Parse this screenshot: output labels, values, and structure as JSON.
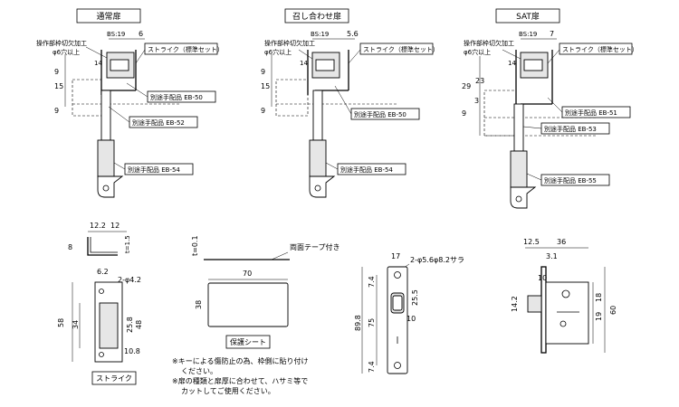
{
  "top_views": [
    {
      "title": "通常扉",
      "bs": "BS:19",
      "dim_top": "6",
      "machining": [
        "操作部枠切欠加工",
        "φ6穴以上"
      ],
      "strike_label": "ストライク（標準セット）",
      "parts": [
        "別途手配品 EB-50",
        "別途手配品 EB-52",
        "別途手配品 EB-54"
      ],
      "dims_left": [
        "9",
        "15",
        "9"
      ],
      "dim_small": "14"
    },
    {
      "title": "召し合わせ扉",
      "bs": "BS:19",
      "dim_top": "5.6",
      "machining": [
        "操作部枠切欠加工",
        "φ6穴以上"
      ],
      "strike_label": "ストライク（標準セット）",
      "parts": [
        "別途手配品 EB-50",
        "別途手配品 EB-54"
      ],
      "dims_left": [
        "9",
        "15",
        "9"
      ],
      "dim_small": "14"
    },
    {
      "title": "SAT扉",
      "bs": "BS:19",
      "dim_top": "7",
      "machining": [
        "操作部枠切欠加工",
        "φ6穴以上"
      ],
      "strike_label": "ストライク（標準セット）",
      "parts": [
        "別途手配品 EB-51",
        "別途手配品 EB-53",
        "別途手配品 EB-55"
      ],
      "dims_left": [
        "29",
        "23",
        "9",
        "3"
      ],
      "dim_small": "14"
    }
  ],
  "strike_detail": {
    "dims_top": [
      "12.2",
      "12",
      "8",
      "t=1.5"
    ],
    "dims_face": [
      "6.2",
      "2-φ4.2",
      "58",
      "34",
      "25.8",
      "48",
      "10.8"
    ],
    "label": "ストライク"
  },
  "protect_sheet": {
    "tape_note": "両面テープ付き",
    "t_dim": "t=0.1",
    "width": "70",
    "height": "38",
    "label": "保護シート",
    "notes": [
      "※キーによる傷防止の為、枠側に貼り付け",
      "ください。",
      "※扉の種類と扉厚に合わせて、ハサミ等で",
      "カットしてご使用ください。"
    ]
  },
  "faceplate": {
    "hole_note": "2-φ5.6φ8.2サラ",
    "dims": [
      "17",
      "7.4",
      "25.5",
      "89.8",
      "75",
      "10",
      "7.4"
    ]
  },
  "side_view": {
    "dims": [
      "12.5",
      "36",
      "3.1",
      "14.2",
      "10",
      "18",
      "19",
      "60"
    ]
  }
}
